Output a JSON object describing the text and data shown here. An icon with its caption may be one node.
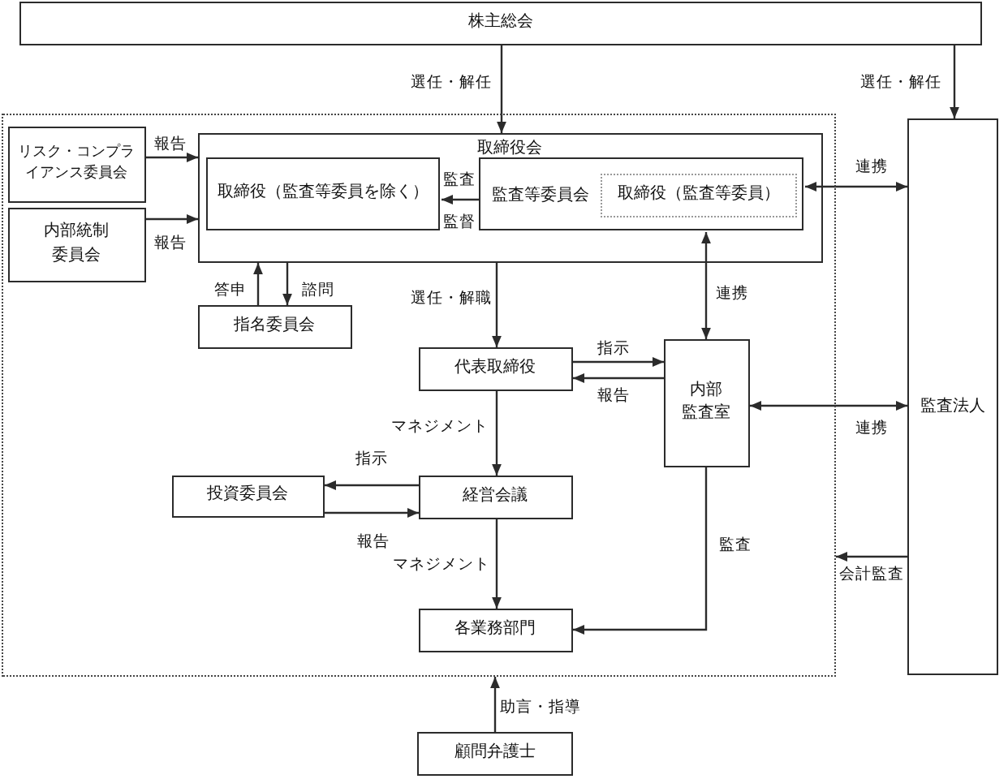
{
  "diagram": {
    "nodes": [
      {
        "text": [
          "株主総会"
        ]
      },
      {
        "text": [],
        "shape": "box"
      },
      {
        "text": [
          "リスク・コンプライアンス委員会"
        ],
        "in": 1
      },
      {
        "text": [
          "取締役会"
        ],
        "in": 1
      },
      {
        "text": [
          "取締役（監査等委員を除く）"
        ],
        "in": 3
      },
      {
        "text": [
          "監査等委員会"
        ],
        "in": 3
      },
      {
        "text": [
          "取締役（監査等委員）"
        ],
        "in": 5
      },
      {
        "text": [
          "監査法人"
        ]
      },
      {
        "text": [
          "内部統制委員会"
        ],
        "in": 1
      },
      {
        "text": [
          "指名委員会"
        ],
        "in": 1
      },
      {
        "text": [
          "代表取締役"
        ],
        "in": 1
      },
      {
        "text": [
          "内部監査室"
        ],
        "in": 1
      },
      {
        "text": [
          "投資委員会"
        ],
        "in": 1
      },
      {
        "text": [
          "経営会議"
        ],
        "in": 1
      },
      {
        "text": [
          "各業務部門"
        ],
        "in": 1
      },
      {
        "text": [
          "顧問弁護士"
        ]
      }
    ],
    "edges": [
      {
        "from": 0,
        "to": 3,
        "arrow": "to",
        "label": "選任・解任"
      },
      {
        "from": 0,
        "to": 7,
        "arrow": "to",
        "label": "選任・解任"
      },
      {
        "from": 5,
        "to": 4,
        "arrow": "to",
        "label": "監査"
      },
      {
        "from": 5,
        "to": 7,
        "arrow": "both",
        "label": "連携"
      },
      {
        "from": 2,
        "to": 3,
        "arrow": "to",
        "label": "報告"
      },
      {
        "from": 8,
        "to": 3,
        "arrow": "to",
        "label": "報告"
      },
      {
        "from": 9,
        "to": 3,
        "arrow": "to",
        "label": "答申"
      },
      {
        "from": 3,
        "to": 9,
        "arrow": "to",
        "label": "諮問"
      },
      {
        "from": 3,
        "to": 10,
        "arrow": "to",
        "label": "選任・解職"
      },
      {
        "from": 11,
        "to": 5,
        "arrow": "both",
        "label": "連携"
      },
      {
        "from": 10,
        "to": 11,
        "arrow": "to",
        "label": "指示"
      },
      {
        "from": 11,
        "to": 10,
        "arrow": "to",
        "label": "報告"
      },
      {
        "from": 11,
        "to": 7,
        "arrow": "both",
        "label": "連携"
      },
      {
        "from": 10,
        "to": 13,
        "arrow": "to",
        "label": "マネジメント"
      },
      {
        "from": 13,
        "to": 12,
        "arrow": "to",
        "label": "指示"
      },
      {
        "from": 12,
        "to": 13,
        "arrow": "to",
        "label": "報告"
      },
      {
        "from": 13,
        "to": 14,
        "arrow": "to",
        "label": "マネジメント"
      },
      {
        "from": 11,
        "to": 14,
        "arrow": "to",
        "label": "監査"
      },
      {
        "from": 7,
        "to": 1,
        "arrow": "to",
        "label": "会計監査"
      },
      {
        "from": 15,
        "to": 1,
        "arrow": "to",
        "label": "助言・指導"
      }
    ],
    "labels": [
      "監督"
    ]
  }
}
